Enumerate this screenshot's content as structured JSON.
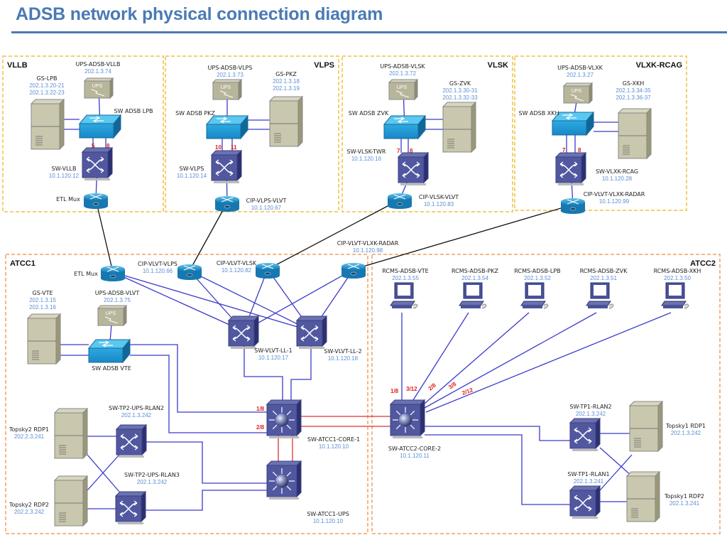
{
  "title": "ADSB network physical connection diagram",
  "zones": [
    {
      "id": "vllb",
      "label": "VLLB",
      "align": "left"
    },
    {
      "id": "vlps",
      "label": "VLPS",
      "align": "right"
    },
    {
      "id": "vlsk",
      "label": "VLSK",
      "align": "right"
    },
    {
      "id": "vlxk",
      "label": "VLXK-RCAG",
      "align": "right"
    },
    {
      "id": "atcc1",
      "label": "ATCC1",
      "align": "left"
    },
    {
      "id": "atcc2",
      "label": "ATCC2",
      "align": "right"
    }
  ],
  "nodes": [
    {
      "id": "ups_vllb",
      "type": "ups",
      "name": "UPS-ADSB-VLLB",
      "ips": [
        "202.1.3.74"
      ]
    },
    {
      "id": "gs_lpb",
      "type": "server",
      "name": "GS-LPB",
      "ips": [
        "202.1.3.20-21",
        "202.1.3.22-23"
      ]
    },
    {
      "id": "sw_adsb_lpb",
      "type": "switch",
      "name": "SW ADSB LPB",
      "ips": []
    },
    {
      "id": "sw_vllb",
      "type": "l2switch",
      "name": "SW-VLLB",
      "ips": [
        "10.1.120.12"
      ]
    },
    {
      "id": "etl_mux_vllb",
      "type": "router",
      "name": "ETL Mux",
      "ips": []
    },
    {
      "id": "ups_vlps",
      "type": "ups",
      "name": "UPS-ADSB-VLPS",
      "ips": [
        "202.1.3.73"
      ]
    },
    {
      "id": "gs_pkz",
      "type": "server",
      "name": "GS-PKZ",
      "ips": [
        "202.1.3.18",
        "202.1.3.19"
      ]
    },
    {
      "id": "sw_adsb_pkz",
      "type": "switch",
      "name": "SW ADSB PKZ",
      "ips": []
    },
    {
      "id": "sw_vlps",
      "type": "l2switch",
      "name": "SW-VLPS",
      "ips": [
        "10.1.120.14"
      ]
    },
    {
      "id": "cip_vlps_vlvt",
      "type": "router",
      "name": "CIP-VLPS-VLVT",
      "ips": [
        "10.1.120.67"
      ]
    },
    {
      "id": "ups_vlsk",
      "type": "ups",
      "name": "UPS-ADSB-VLSK",
      "ips": [
        "202.1.3.72"
      ]
    },
    {
      "id": "gs_zvk",
      "type": "server",
      "name": "GS-ZVK",
      "ips": [
        "202.1.3.30-31",
        "202.1.3.32-33"
      ]
    },
    {
      "id": "sw_adsb_zvk",
      "type": "switch",
      "name": "SW ADSB ZVK",
      "ips": []
    },
    {
      "id": "sw_vlsk_twr",
      "type": "l2switch",
      "name": "SW-VLSK-TWR",
      "ips": [
        "10.1.120.16"
      ]
    },
    {
      "id": "cip_vlsk_vlvt",
      "type": "router",
      "name": "CIP-VLSK-VLVT",
      "ips": [
        "10.1.120.83"
      ]
    },
    {
      "id": "ups_vlxk",
      "type": "ups",
      "name": "UPS-ADSB-VLXK",
      "ips": [
        "202.1.3.27"
      ]
    },
    {
      "id": "gs_xkh",
      "type": "server",
      "name": "GS-XKH",
      "ips": [
        "202.1.3.34-35",
        "202.1.3.36-37"
      ]
    },
    {
      "id": "sw_adsb_xkh",
      "type": "switch",
      "name": "SW ADSB XKH",
      "ips": []
    },
    {
      "id": "sw_vlxk_rcag",
      "type": "l2switch",
      "name": "SW-VLXK-RCAG",
      "ips": [
        "10.1.120.28"
      ]
    },
    {
      "id": "cip_vlvt_vlxk_radar",
      "type": "router",
      "name": "CIP-VLVT-VLXK-RADAR",
      "ips": [
        "10.1.120.99"
      ]
    },
    {
      "id": "etl_mux_atcc1",
      "type": "router",
      "name": "ETL Mux",
      "ips": []
    },
    {
      "id": "cip_vlvt_vlps",
      "type": "router",
      "name": "CIP-VLVT-VLPS",
      "ips": [
        "10.1.120.66"
      ]
    },
    {
      "id": "cip_vlvt_vlsk",
      "type": "router",
      "name": "CIP-VLVT-VLSK",
      "ips": [
        "10.1.120.82"
      ]
    },
    {
      "id": "cip_vlvt_vlxk_radar_atcc",
      "type": "router",
      "name": "CIP-VLVT-VLXK-RADAR",
      "ips": [
        "10.1.120.98"
      ]
    },
    {
      "id": "gs_vte",
      "type": "server",
      "name": "GS-VTE",
      "ips": [
        "202.1.3.15",
        "202.1.3.16"
      ]
    },
    {
      "id": "ups_vlvt",
      "type": "ups",
      "name": "UPS-ADSB-VLVT",
      "ips": [
        "202.1.3.75"
      ]
    },
    {
      "id": "sw_adsb_vte",
      "type": "switch",
      "name": "SW ADSB VTE",
      "ips": []
    },
    {
      "id": "sw_vlvt_ll1",
      "type": "l2switch",
      "name": "SW-VLVT-LL-1",
      "ips": [
        "10.1.120.17"
      ]
    },
    {
      "id": "sw_vlvt_ll2",
      "type": "l2switch",
      "name": "SW-VLVT-LL-2",
      "ips": [
        "10.1.120.18"
      ]
    },
    {
      "id": "sw_atcc1_core1",
      "type": "l3switch",
      "name": "SW-ATCC1-CORE-1",
      "ips": [
        "10.1.120.10"
      ]
    },
    {
      "id": "sw_atcc1_ups",
      "type": "l3switch",
      "name": "SW-ATCC1-UPS",
      "ips": [
        "10.1.120.10"
      ]
    },
    {
      "id": "sw_tp2_rlan2",
      "type": "l2switch",
      "name": "SW-TP2-UPS-RLAN2",
      "ips": [
        "202.1.3.242"
      ]
    },
    {
      "id": "sw_tp2_rlan3",
      "type": "l2switch",
      "name": "SW-TP2-UPS-RLAN3",
      "ips": [
        "202.1.3.242"
      ]
    },
    {
      "id": "topsky2_rdp1",
      "type": "server",
      "name": "Topsky2 RDP1",
      "ips": [
        "202.2.3.241"
      ]
    },
    {
      "id": "topsky2_rdp2",
      "type": "server",
      "name": "Topsky2 RDP2",
      "ips": [
        "202.2.3.242"
      ]
    },
    {
      "id": "rcms_vte",
      "type": "workstation",
      "name": "RCMS-ADSB-VTE",
      "ips": [
        "202.1.3.55"
      ]
    },
    {
      "id": "rcms_pkz",
      "type": "workstation",
      "name": "RCMS-ADSB-PKZ",
      "ips": [
        "202.1.3.54"
      ]
    },
    {
      "id": "rcms_lpb",
      "type": "workstation",
      "name": "RCMS-ADSB-LPB",
      "ips": [
        "202.1.3.52"
      ]
    },
    {
      "id": "rcms_zvk",
      "type": "workstation",
      "name": "RCMS-ADSB-ZVK",
      "ips": [
        "202.1.3.51"
      ]
    },
    {
      "id": "rcms_xkh",
      "type": "workstation",
      "name": "RCMS-ADSB-XKH",
      "ips": [
        "202.1.3.50"
      ]
    },
    {
      "id": "sw_atcc2_core2",
      "type": "l3switch",
      "name": "SW-ATCC2-CORE-2",
      "ips": [
        "10.1.120.11"
      ]
    },
    {
      "id": "sw_tp1_rlan2",
      "type": "l2switch",
      "name": "SW-TP1-RLAN2",
      "ips": [
        "202.1.3.242"
      ]
    },
    {
      "id": "sw_tp1_rlan1",
      "type": "l2switch",
      "name": "SW-TP1-RLAN1",
      "ips": [
        "202.1.3.241"
      ]
    },
    {
      "id": "topsky1_rdp1",
      "type": "server",
      "name": "Topsky1 RDP1",
      "ips": [
        "202.1.3.242"
      ]
    },
    {
      "id": "topsky1_rdp2",
      "type": "server",
      "name": "Topsky1 RDP2",
      "ips": [
        "202.1.3.241"
      ]
    }
  ],
  "port_labels": [
    "5",
    "8",
    "10",
    "11",
    "7",
    "8",
    "7",
    "8",
    "1/8",
    "2/8",
    "1/8",
    "3/12",
    "2/8",
    "3/8",
    "2/12"
  ],
  "link_colors": {
    "lan": "#3a3acc",
    "wan": "#111111",
    "core": "#e03030"
  },
  "zone_colors": {
    "remote": "#f0c040",
    "atcc": "#f0a060"
  }
}
